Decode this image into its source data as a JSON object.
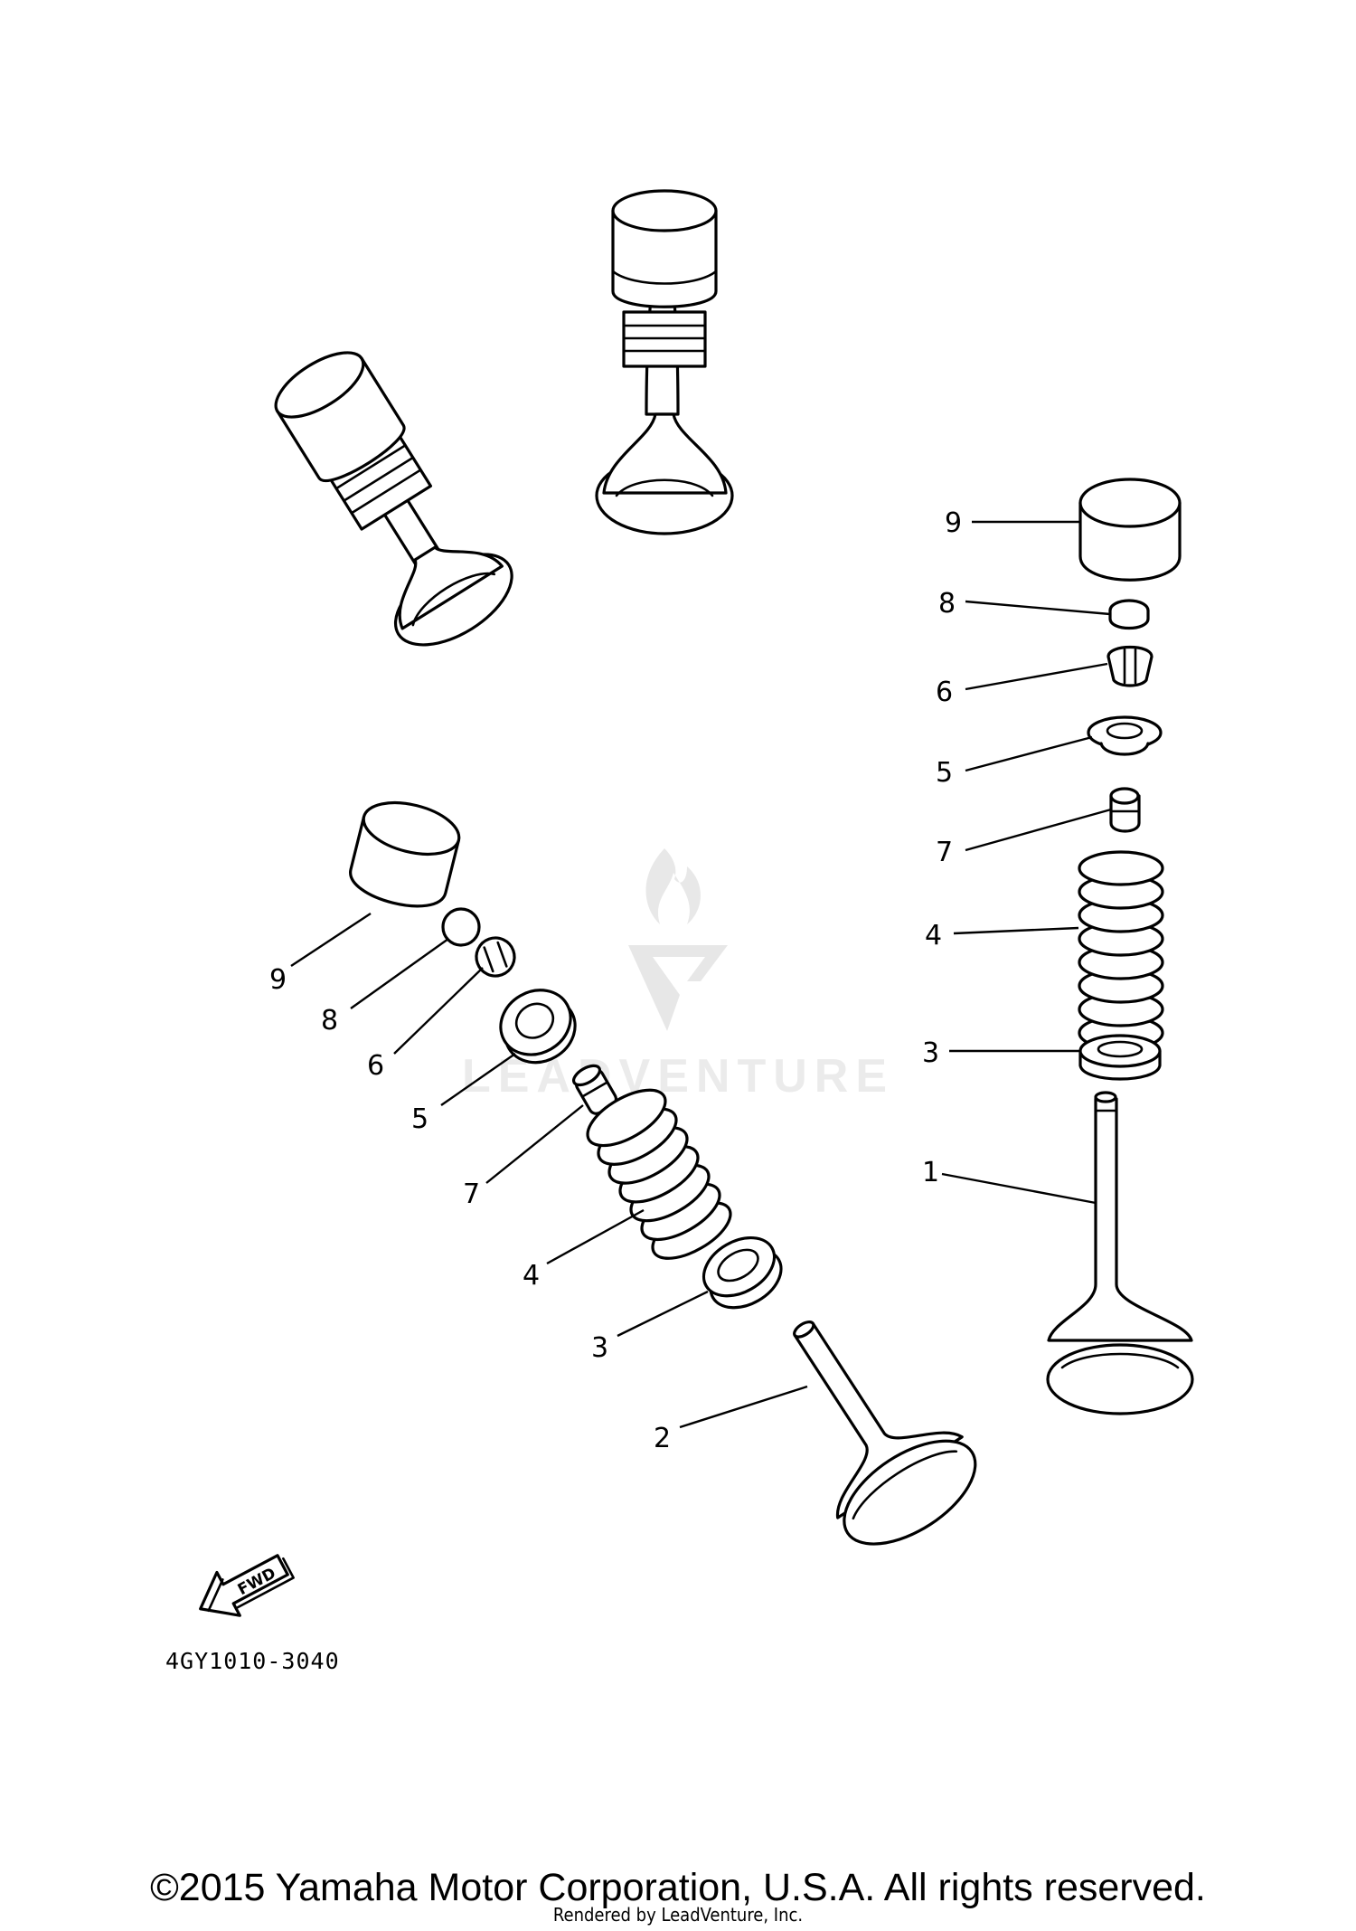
{
  "watermark": {
    "text": "LEADVENTURE"
  },
  "diagram_code": "4GY1010-3040",
  "fwd_label": "FWD",
  "copyright": "©2015 Yamaha Motor Corporation, U.S.A. All rights reserved.",
  "rendered_by": "Rendered by LeadVenture, Inc.",
  "callouts_right": [
    "9",
    "8",
    "6",
    "5",
    "7",
    "4",
    "3",
    "1"
  ],
  "callouts_left": [
    "9",
    "8",
    "6",
    "5",
    "7",
    "4",
    "3",
    "2"
  ]
}
